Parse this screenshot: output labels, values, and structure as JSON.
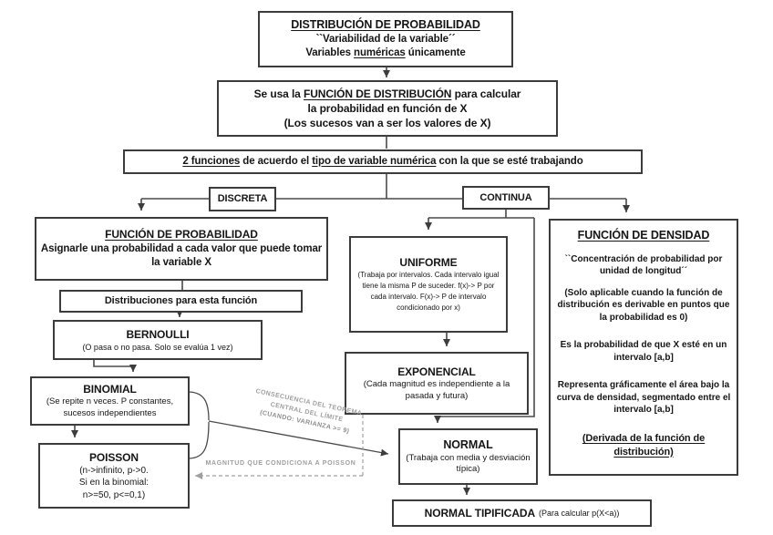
{
  "diagram": {
    "root": {
      "title": "DISTRIBUCIÓN DE PROBABILIDAD",
      "subtitle": "``Variabilidad de la variable´´",
      "line3_prefix": "Variables ",
      "line3_underlined": "numéricas",
      "line3_suffix": " únicamente"
    },
    "distribution_function": {
      "line1_prefix": "Se usa la ",
      "line1_underlined": "FUNCIÓN DE DISTRIBUCIÓN",
      "line1_suffix": " para calcular",
      "line2": "la probabilidad en función de X",
      "line3": "(Los sucesos van a ser los valores de X)"
    },
    "two_functions": {
      "part1": "2 funciones",
      "part2": " de acuerdo el ",
      "part3": "tipo de variable numérica",
      "part4": " con la que se esté trabajando"
    },
    "branches": {
      "discrete": "DISCRETA",
      "continuous": "CONTINUA"
    },
    "probability_function": {
      "title": "FUNCIÓN DE PROBABILIDAD",
      "body": "Asignarle una probabilidad a cada valor que puede tomar la variable X"
    },
    "distributions_for_function": "Distribuciones para esta función",
    "bernoulli": {
      "title": "BERNOULLI",
      "body": "(O pasa o no pasa. Solo se evalúa 1 vez)"
    },
    "binomial": {
      "title": "BINOMIAL",
      "lines": [
        "(Se repite n veces. P constantes,",
        "sucesos independientes"
      ]
    },
    "poisson": {
      "title": "POISSON",
      "lines": [
        "(n->infinito, p->0.",
        "Si en la binomial:",
        "n>=50, p<=0,1)"
      ]
    },
    "uniform": {
      "title": "UNIFORME",
      "body": "(Trabaja por intervalos. Cada intervalo igual tiene la misma P de suceder. f(x)-> P por cada intervalo. F(x)-> P de intervalo condicionado por x)"
    },
    "exponential": {
      "title": "EXPONENCIAL",
      "body": "(Cada magnitud es independiente a la pasada y futura)"
    },
    "normal": {
      "title": "NORMAL",
      "body": "(Trabaja con media y desviación típica)"
    },
    "normal_tipificada": {
      "title": "NORMAL TIPIFICADA",
      "note": "(Para calcular p(X<a))"
    },
    "density_function": {
      "title": "FUNCIÓN DE DENSIDAD",
      "p1": "``Concentración de probabilidad por unidad de longitud´´",
      "p2": "(Solo aplicable cuando la función de distribución es derivable en puntos que la probabilidad es 0)",
      "p3": "Es la probabilidad de que X esté en un intervalo [a,b]",
      "p4": "Representa gráficamente el área bajo la curva de densidad, segmentado entre el intervalo [a,b]",
      "p5": "(Derivada de la función de distribución)"
    },
    "annotations": {
      "central_limit_1": "CONSECUENCIA DEL TEOREMA",
      "central_limit_2": "CENTRAL DEL LÍMITE",
      "central_limit_3": "(CUANDO: VARIANZA >= 9)",
      "poisson_magnitude": "MAGNITUD QUE CONDICIONA A POISSON"
    },
    "colors": {
      "line": "#4a4a4a",
      "border": "#3c3c3c",
      "annotation": "#9e9e9e",
      "background": "#ffffff",
      "text": "#161616"
    }
  }
}
